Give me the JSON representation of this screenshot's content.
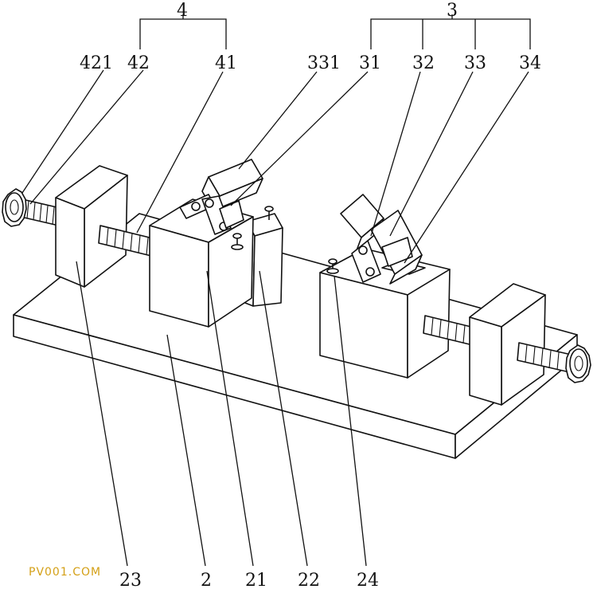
{
  "labels": {
    "l4": "4",
    "l3": "3",
    "l421": "421",
    "l42": "42",
    "l41": "41",
    "l331": "331",
    "l31": "31",
    "l32": "32",
    "l33": "33",
    "l34": "34",
    "l23": "23",
    "l2": "2",
    "l21": "21",
    "l22": "22",
    "l24": "24"
  },
  "watermark": "PV001.COM",
  "colors": {
    "line": "#111111",
    "background": "#ffffff",
    "watermark": "#d4a017"
  }
}
